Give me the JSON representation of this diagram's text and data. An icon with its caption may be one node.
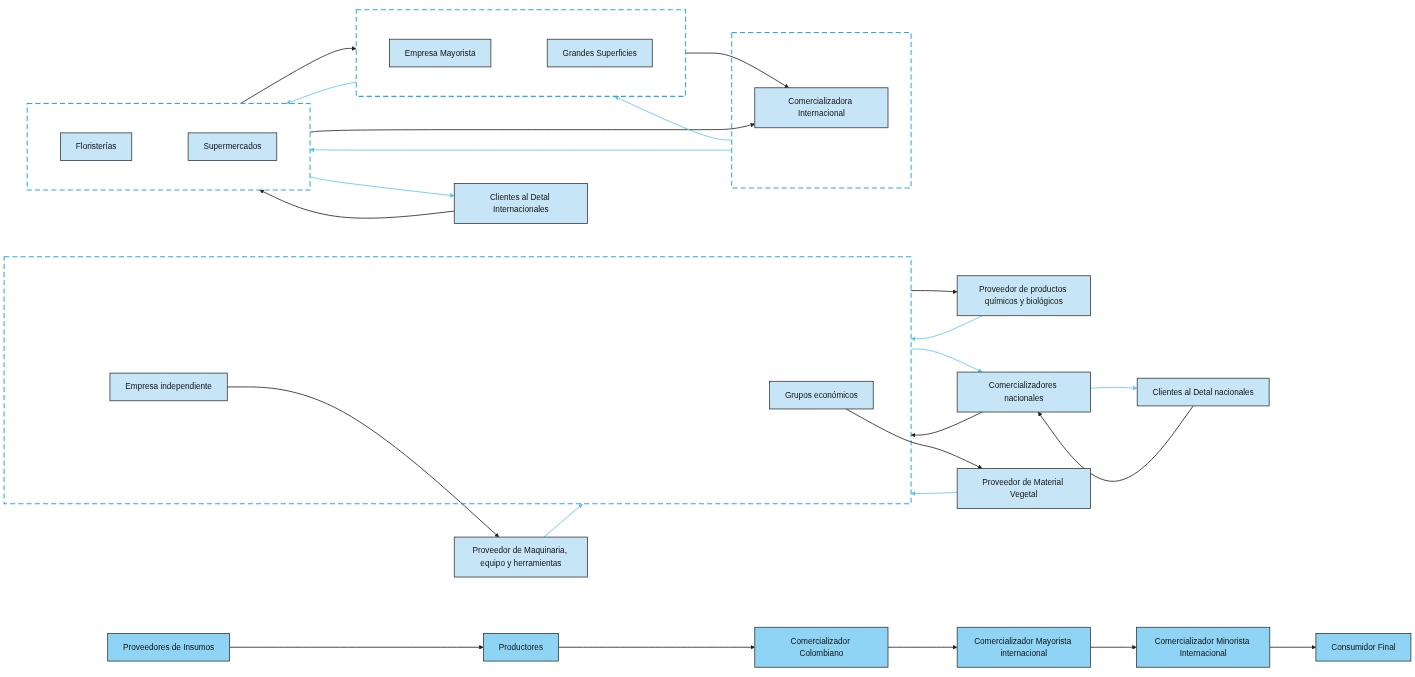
{
  "diagram": {
    "nodes": [
      {
        "text": [
          "Proveedores de Insumos"
        ]
      },
      {
        "text": [
          "Productores"
        ]
      },
      {
        "text": [
          "Comercializador Colombiano"
        ]
      },
      {
        "text": [
          "Comercializador Mayorista internacional"
        ]
      },
      {
        "text": [
          "Comercializador Minorista Internacional"
        ]
      },
      {
        "text": [
          "Consumidor Final"
        ]
      },
      {
        "text": [
          "Proveedor de Material Vegetal"
        ]
      },
      {
        "text": [],
        "shape": "box"
      },
      {
        "text": [
          "Grupos económicos"
        ],
        "in": 7
      },
      {
        "text": [
          "Comercializadores nacionales"
        ]
      },
      {
        "text": [],
        "shape": "box"
      },
      {
        "text": [
          "Empresa Mayorista"
        ],
        "in": 10
      },
      {
        "text": [],
        "shape": "box"
      },
      {
        "text": [
          "Floristerías"
        ],
        "in": 12
      },
      {
        "text": [
          "Clientes al Detal nacionales"
        ]
      },
      {
        "text": [
          "Proveedor de productos químicos y biológicos"
        ]
      },
      {
        "text": [
          "Empresa independiente"
        ],
        "in": 7
      },
      {
        "text": [],
        "shape": "box"
      },
      {
        "text": [
          "Comercializadora Internacional"
        ],
        "in": 17
      },
      {
        "text": [
          "Grandes Superficies"
        ],
        "in": 10
      },
      {
        "text": [
          "Supermercados"
        ],
        "in": 12
      },
      {
        "text": [
          "Clientes al Detal Internacionales"
        ]
      },
      {
        "text": [
          "Proveedor de Maquinaria, equipo y herramientas"
        ]
      }
    ],
    "edges": [
      {
        "from": 0,
        "to": 1,
        "arrow": "to"
      },
      {
        "from": 1,
        "to": 2,
        "arrow": "to"
      },
      {
        "from": 2,
        "to": 3,
        "arrow": "to"
      },
      {
        "from": 3,
        "to": 4,
        "arrow": "to"
      },
      {
        "from": 4,
        "to": 5,
        "arrow": "to"
      },
      {
        "from": 8,
        "to": 6,
        "arrow": "to"
      },
      {
        "from": 6,
        "to": 7,
        "arrow": "to",
        "color": "#5bc5f2"
      },
      {
        "from": 7,
        "to": 15,
        "arrow": "to"
      },
      {
        "from": 15,
        "to": 7,
        "arrow": "to",
        "color": "#5bc5f2"
      },
      {
        "from": 16,
        "to": 22,
        "arrow": "to"
      },
      {
        "from": 22,
        "to": 7,
        "arrow": "to",
        "color": "#5bc5f2"
      },
      {
        "from": 9,
        "to": 7,
        "arrow": "to"
      },
      {
        "from": 7,
        "to": 9,
        "arrow": "to",
        "color": "#5bc5f2"
      },
      {
        "from": 14,
        "to": 9,
        "arrow": "to"
      },
      {
        "from": 9,
        "to": 14,
        "arrow": "to",
        "color": "#5bc5f2"
      },
      {
        "from": 12,
        "to": 10,
        "arrow": "to"
      },
      {
        "from": 10,
        "to": 12,
        "arrow": "to",
        "color": "#5bc5f2"
      },
      {
        "from": 21,
        "to": 12,
        "arrow": "to"
      },
      {
        "from": 12,
        "to": 21,
        "arrow": "to",
        "color": "#5bc5f2"
      },
      {
        "from": 10,
        "to": 18,
        "arrow": "to"
      },
      {
        "from": 12,
        "to": 18,
        "arrow": "to"
      },
      {
        "from": 17,
        "to": 10,
        "arrow": "to",
        "color": "#5bc5f2"
      },
      {
        "from": 17,
        "to": 12,
        "arrow": "to",
        "color": "#5bc5f2"
      }
    ]
  }
}
